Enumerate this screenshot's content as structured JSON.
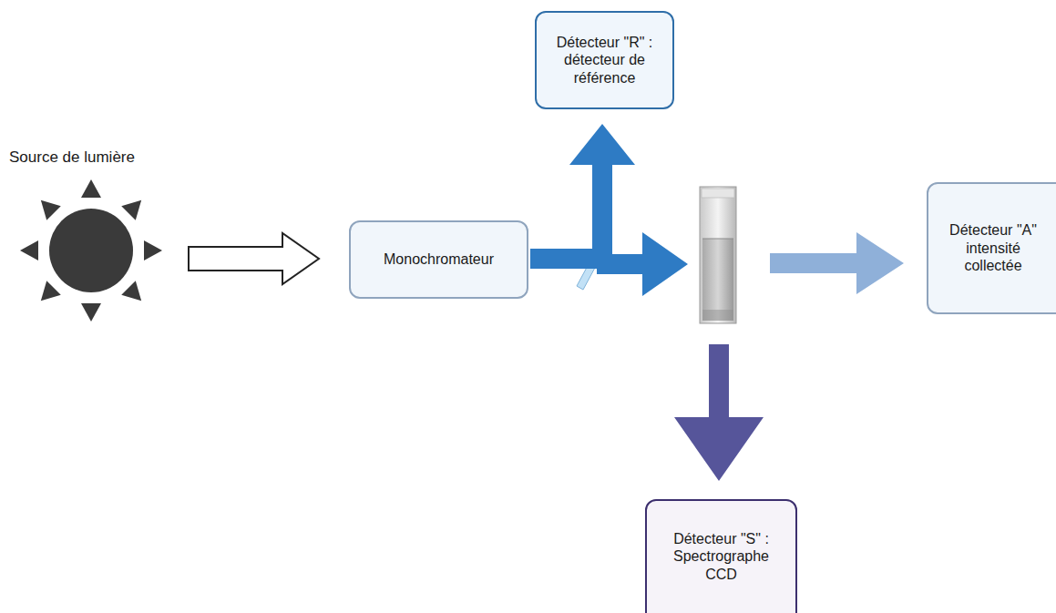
{
  "diagram": {
    "nodes": [
      {
        "text": [
          "Source de lumière"
        ]
      },
      {
        "text": [
          "Monochromateur"
        ]
      },
      {
        "text": [
          "Détecteur \"R\" : détecteur de référence"
        ]
      },
      {
        "text": [
          "Détecteur \"A\" intensité collectée"
        ]
      },
      {
        "text": [
          "Détecteur \"S\" : Spectrographe CCD"
        ]
      }
    ],
    "edges": [
      {
        "from": 0,
        "to": 1,
        "arrow": "to"
      },
      {
        "from": 1,
        "to": 2,
        "arrow": "to"
      }
    ]
  }
}
